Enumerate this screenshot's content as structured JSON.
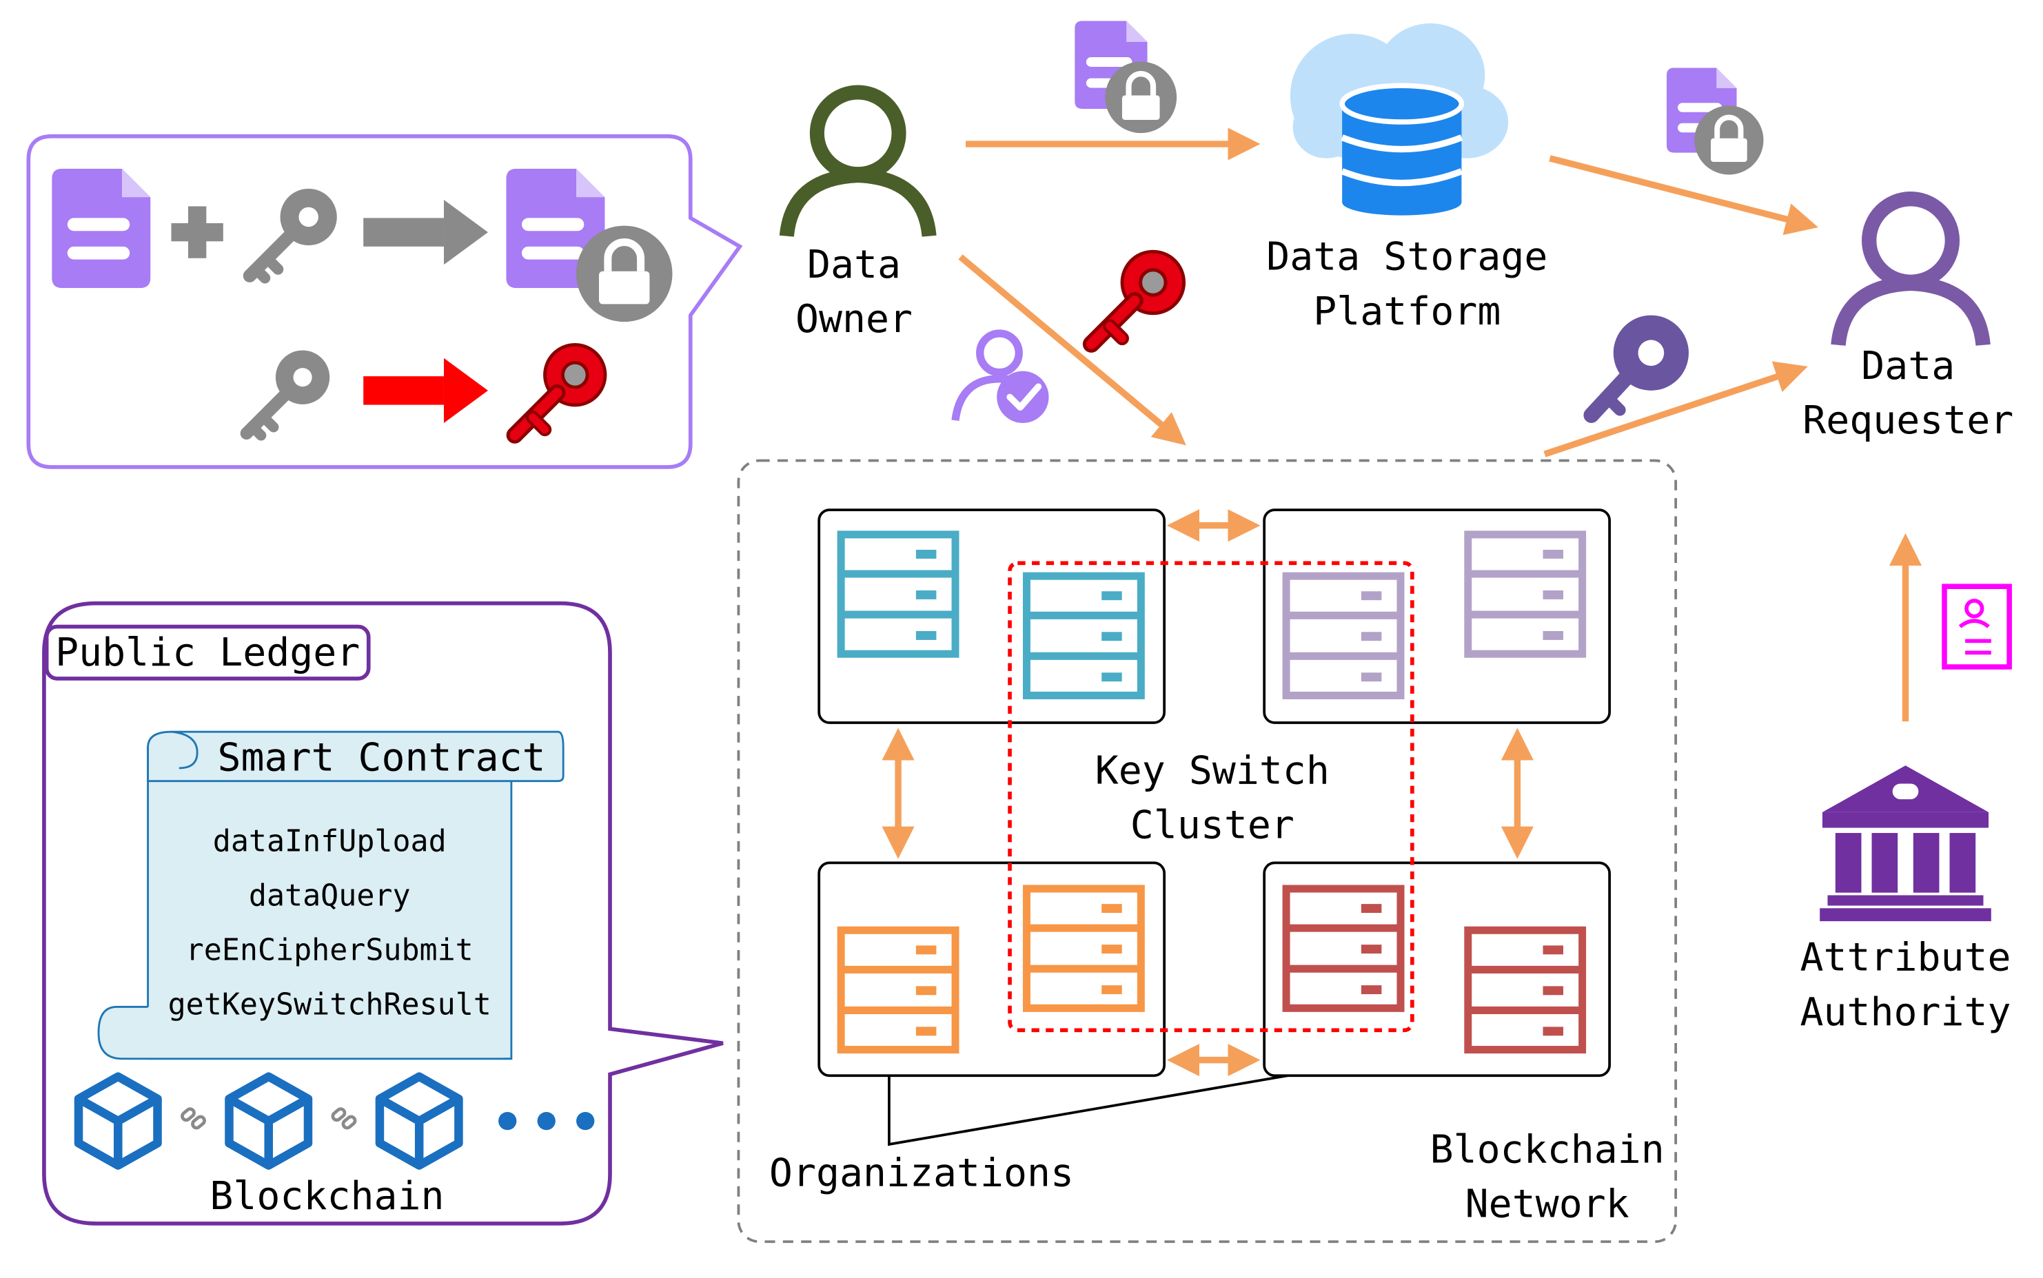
{
  "actors": {
    "data_owner": [
      "Data",
      "Owner"
    ],
    "data_storage": [
      "Data Storage",
      "Platform"
    ],
    "data_requester": [
      "Data",
      "Requester"
    ],
    "attribute_authority": [
      "Attribute",
      "Authority"
    ]
  },
  "ledger": {
    "title": "Public Ledger",
    "contract_title": "Smart Contract",
    "functions": [
      "dataInfUpload",
      "dataQuery",
      "reEnCipherSubmit",
      "getKeySwitchResult"
    ],
    "chain_label": "Blockchain"
  },
  "network": {
    "cluster_label": [
      "Key Switch",
      "Cluster"
    ],
    "organizations_label": "Organizations",
    "network_label": [
      "Blockchain",
      "Network"
    ]
  },
  "colors": {
    "arrow": "#f5a05a",
    "document": "#a77cf5",
    "lock": "#8a8a8a",
    "owner": "#4a5e2a",
    "requester": "#7a5aa6",
    "bubble_border": "#a77cf5",
    "ledger_border": "#7030a0",
    "contract_fill": "#dbeef4",
    "contract_border": "#1f77b4",
    "block": "#1a6fc0",
    "cloud": "#bfe0fb",
    "database": "#1d86ec",
    "red_key": "#e60012",
    "teal_server": "#4bacc6",
    "lavender_server": "#b3a2c7",
    "orange_server": "#f79646",
    "darkred_server": "#c0504d",
    "authority": "#7030a0",
    "certificate": "#ff00ff"
  },
  "icons": [
    "document-icon",
    "lock-icon",
    "plus-icon",
    "gray-key-icon",
    "red-key-icon",
    "purple-key-icon",
    "user-icon",
    "user-verified-icon",
    "cloud-database-icon",
    "server-icon",
    "cube-icon",
    "link-icon",
    "bank-icon",
    "certificate-icon",
    "ellipsis-icon"
  ]
}
